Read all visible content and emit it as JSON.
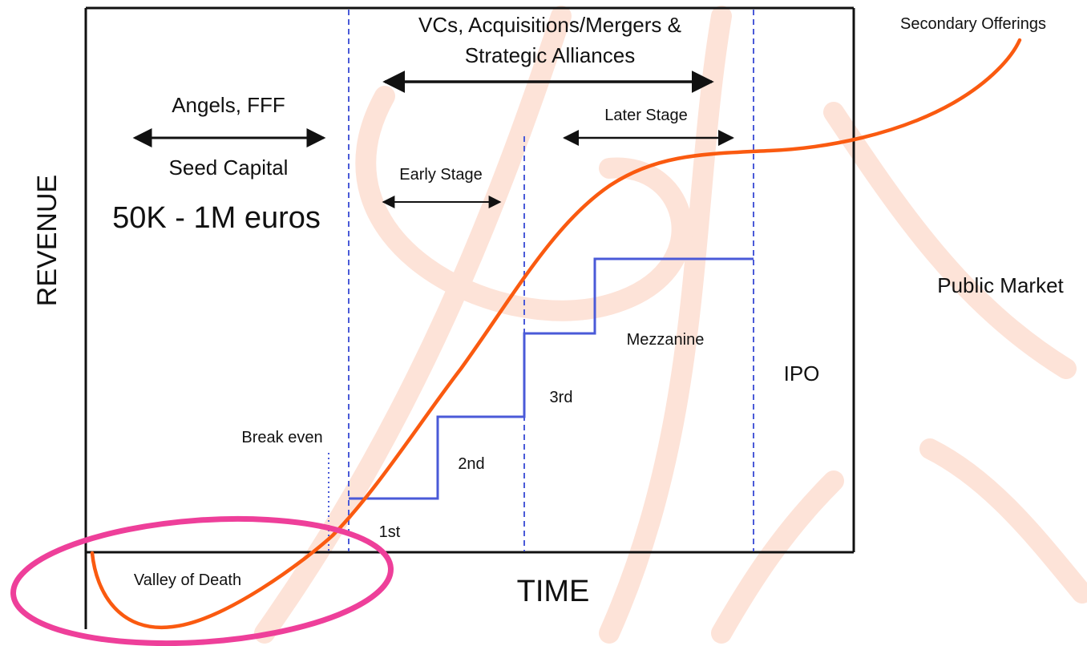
{
  "axes": {
    "y_label": "REVENUE",
    "x_label": "TIME"
  },
  "phases": {
    "seed": {
      "title": "Angels, FFF",
      "subtitle": "Seed Capital",
      "amount": "50K - 1M euros"
    },
    "vc": {
      "title_line1": "VCs, Acquisitions/Mergers &",
      "title_line2": "Strategic Alliances"
    },
    "early_stage": "Early Stage",
    "later_stage": "Later Stage"
  },
  "rounds": [
    "1st",
    "2nd",
    "3rd",
    "Mezzanine"
  ],
  "labels": {
    "break_even": "Break even",
    "valley": "Valley of Death",
    "ipo": "IPO",
    "public_market": "Public Market",
    "secondary": "Secondary Offerings"
  },
  "colors": {
    "curve": "#fa5a10",
    "steps": "#4a5ad8",
    "divider": "#4a5ad8",
    "valley_ring": "#ee3f9a",
    "watermark": "#fde3d8",
    "frame": "#111111"
  }
}
